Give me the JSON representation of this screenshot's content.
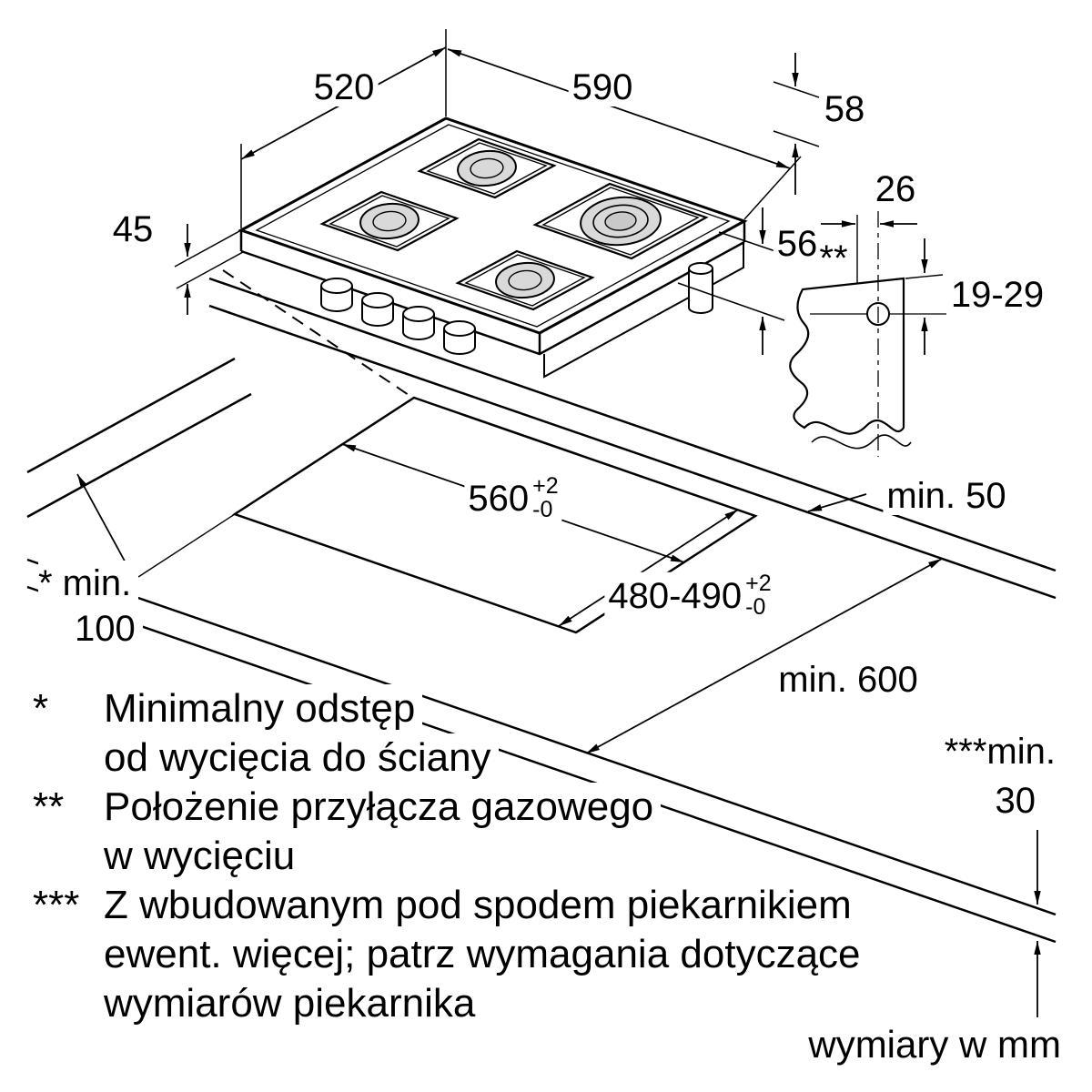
{
  "diagram_labels": {
    "hob_width": "590",
    "hob_depth": "520",
    "hob_height_above": "45",
    "hob_height_below": "58",
    "hob_install_height": "56",
    "gas_connection_offset": "26",
    "gas_connection_ref": "**",
    "gas_connection_depth": "19-29",
    "clearance_rear": "min. 50",
    "clearance_side_line1": "* min.",
    "clearance_side_line2": "100",
    "worktop_depth": "min. 600",
    "clearance_front_line1": "***min.",
    "clearance_front_line2": "30",
    "cutout_width_value": "560",
    "cutout_width_tol_plus": "+2",
    "cutout_width_tol_minus": "-0",
    "cutout_depth_value": "480-490",
    "cutout_depth_tol_plus": "+2",
    "cutout_depth_tol_minus": "-0"
  },
  "footnotes": [
    {
      "marker": "*",
      "lines": [
        "Minimalny odstęp",
        "od wycięcia do ściany"
      ]
    },
    {
      "marker": "**",
      "lines": [
        "Położenie przyłącza gazowego",
        "w wycięciu"
      ]
    },
    {
      "marker": "***",
      "lines": [
        "Z wbudowanym pod spodem piekarnikiem",
        "ewent. więcej; patrz wymagania dotyczące",
        "wymiarów piekarnika"
      ]
    }
  ],
  "units_note": "wymiary w mm"
}
